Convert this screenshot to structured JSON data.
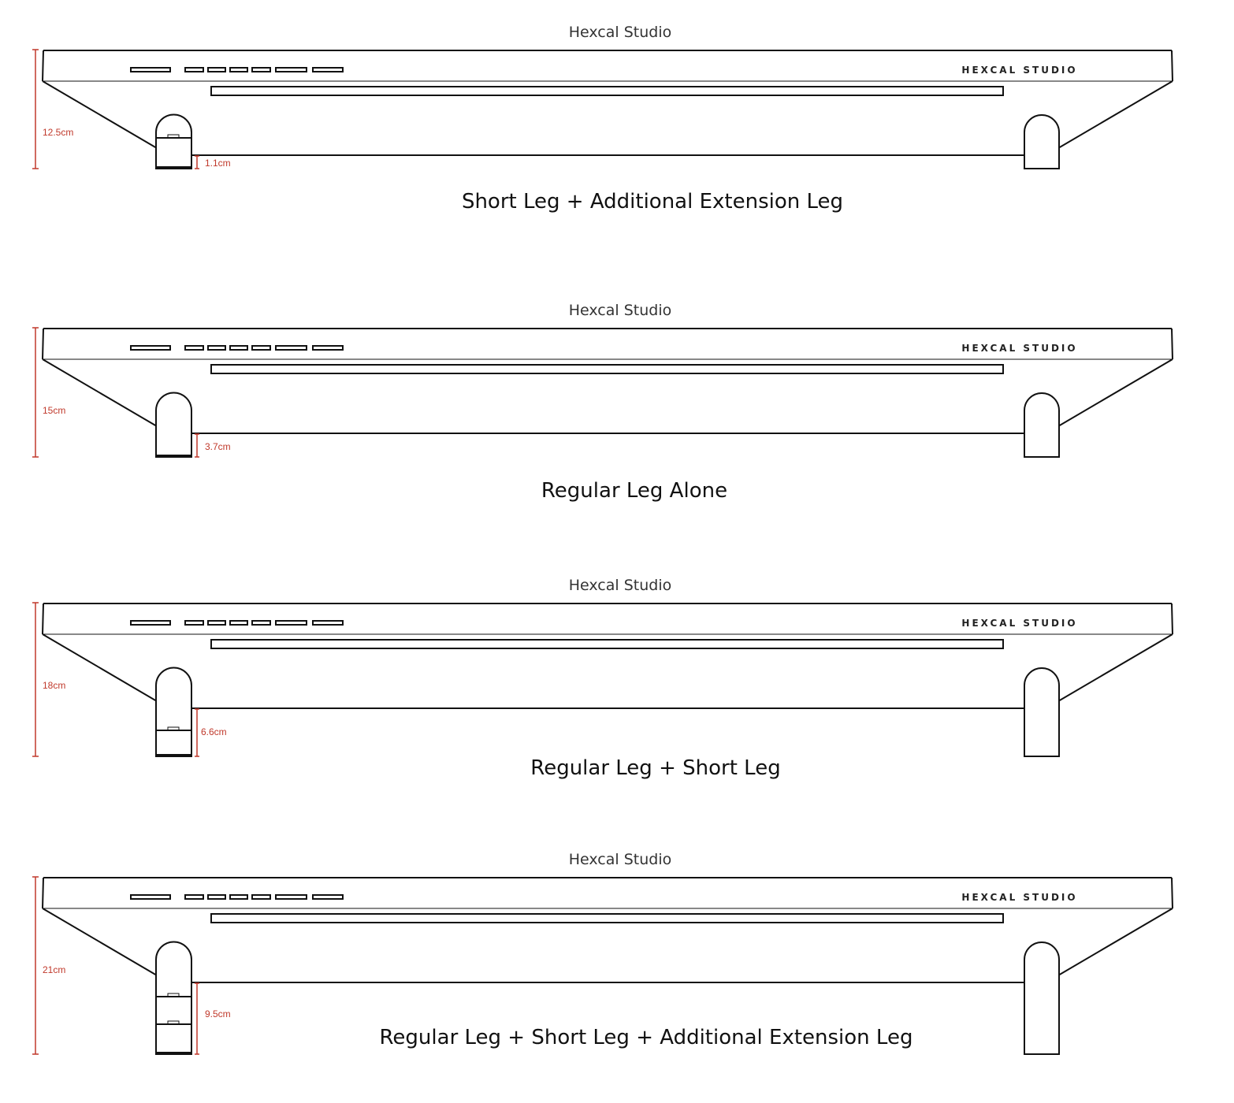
{
  "colors": {
    "line": "#111111",
    "dimension": "#c0392b"
  },
  "panels": [
    {
      "title": "Hexcal Studio",
      "brand": "HEXCAL STUDIO",
      "total_height": "12.5cm",
      "clearance": "1.1cm",
      "caption": "Short Leg + Additional Extension Leg"
    },
    {
      "title": "Hexcal Studio",
      "brand": "HEXCAL STUDIO",
      "total_height": "15cm",
      "clearance": "3.7cm",
      "caption": "Regular Leg Alone"
    },
    {
      "title": "Hexcal Studio",
      "brand": "HEXCAL STUDIO",
      "total_height": "18cm",
      "clearance": "6.6cm",
      "caption": "Regular Leg + Short Leg"
    },
    {
      "title": "Hexcal Studio",
      "brand": "HEXCAL STUDIO",
      "total_height": "21cm",
      "clearance": "9.5cm",
      "caption": "Regular Leg + Short Leg + Additional Extension Leg"
    }
  ]
}
